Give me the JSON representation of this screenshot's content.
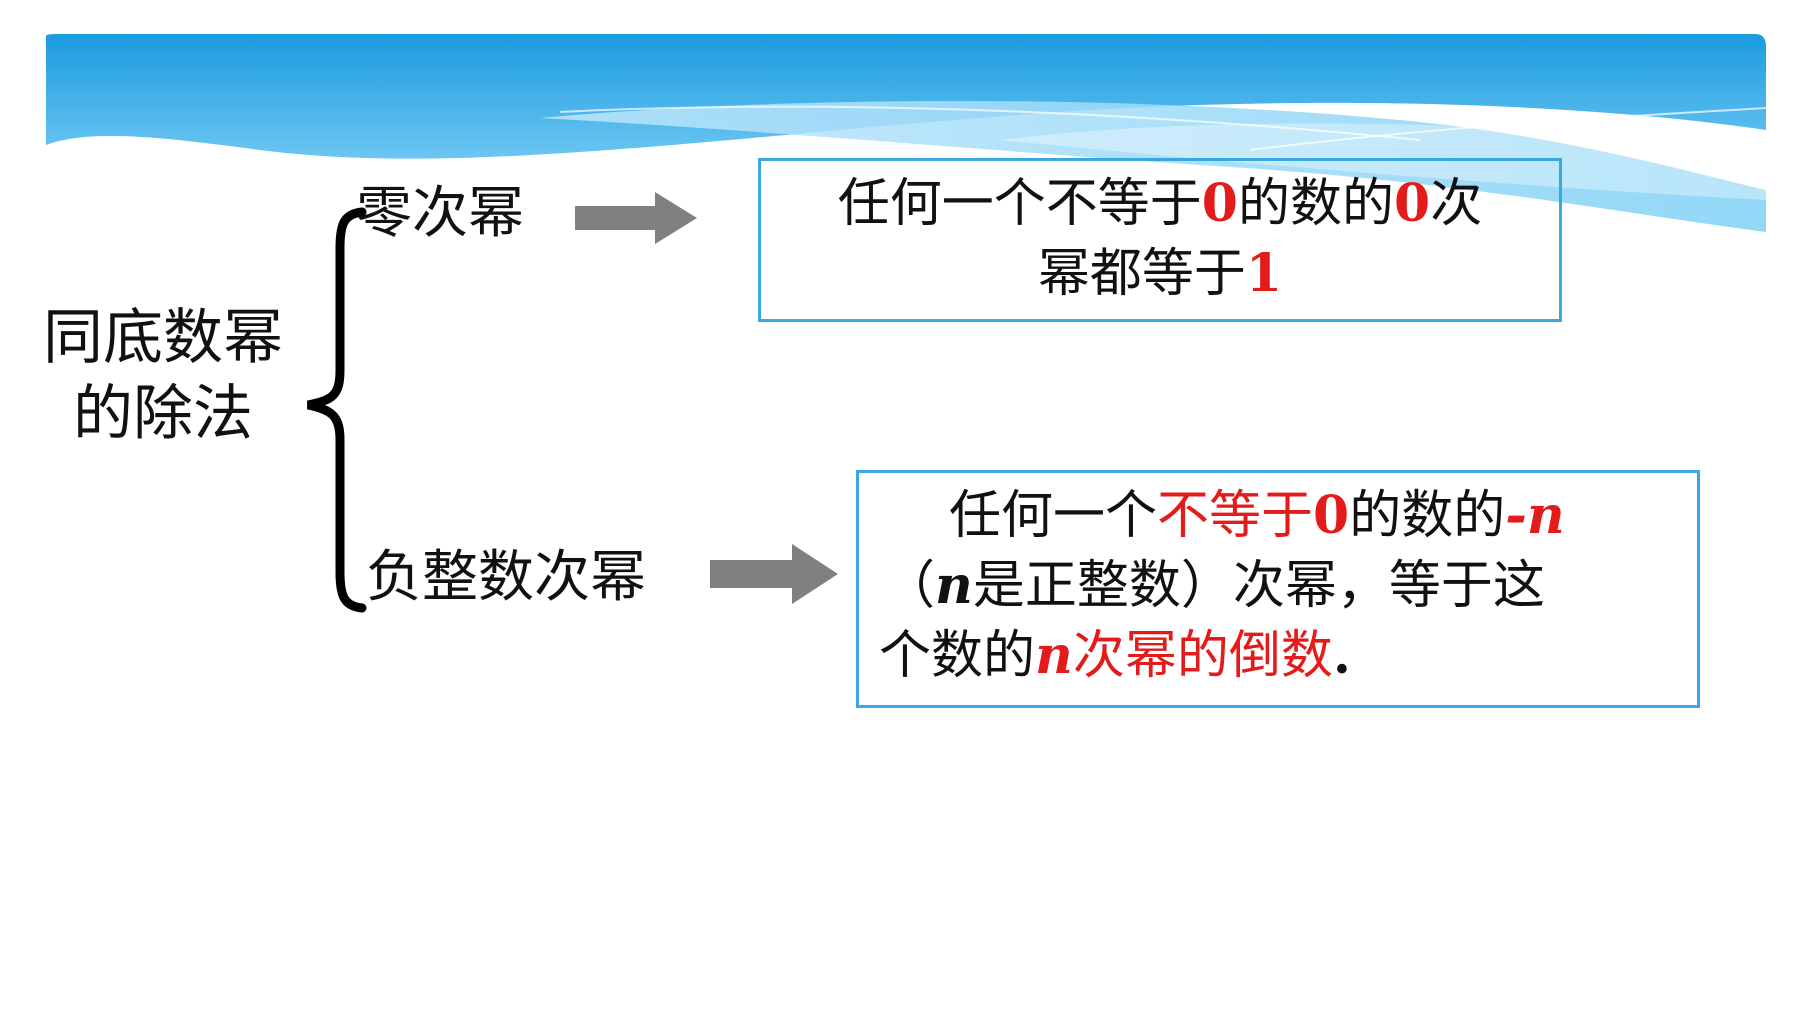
{
  "main_label": {
    "line1": "同底数幂",
    "line2": "的除法"
  },
  "branches": [
    {
      "label": "零次幂",
      "box": {
        "p1": "任何一个不等于",
        "zero1": "0",
        "p2": "的数的",
        "zero2": "0",
        "p3": "次",
        "p4": "幂都等于",
        "one": "1"
      }
    },
    {
      "label": "负整数次幂",
      "box": {
        "p1": "任何一个",
        "red1": "不等于",
        "zero": "0",
        "p2": "的数的",
        "neg_n": "-n",
        "p3": "（",
        "n1": "n",
        "p4": "是正整数）次幂，等于这",
        "p5": "个数的",
        "n2": "n",
        "red2": "次幂的倒数",
        "period": "."
      }
    }
  ],
  "colors": {
    "accent_red": "#e31b1b",
    "box_border": "#3aa7e0",
    "arrow": "#808080",
    "banner_blue": "#1a9be0"
  }
}
